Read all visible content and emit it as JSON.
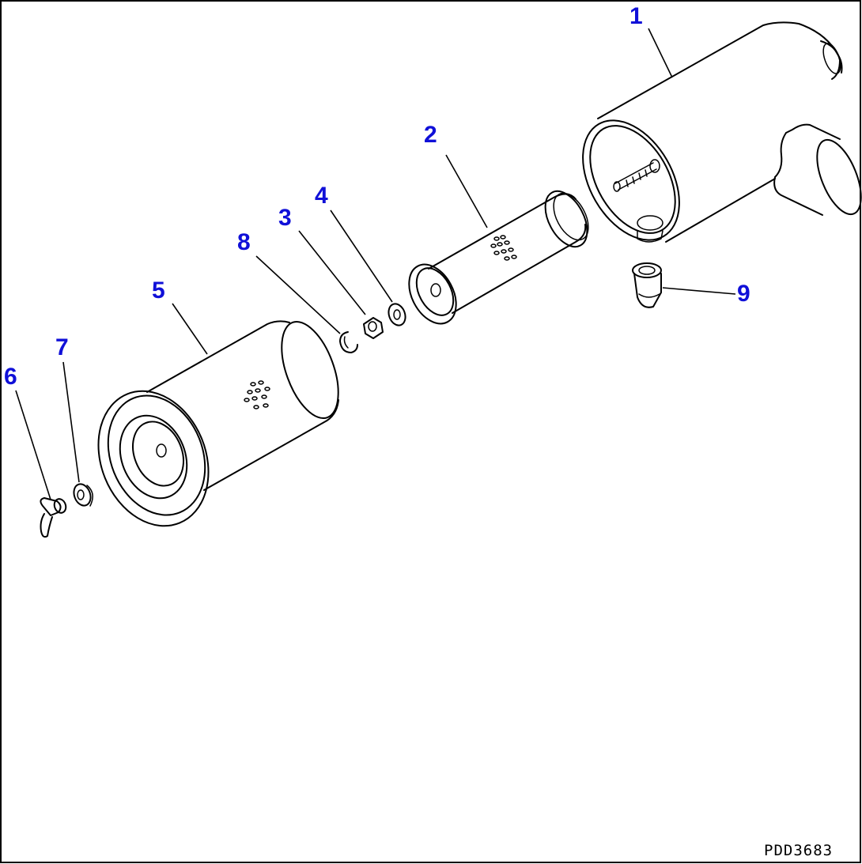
{
  "drawing": {
    "number": "PDD3683",
    "callouts": {
      "p1": "1",
      "p2": "2",
      "p3": "3",
      "p4": "4",
      "p5": "5",
      "p6": "6",
      "p7": "7",
      "p8": "8",
      "p9": "9"
    }
  },
  "colors": {
    "callout": "#1010d8",
    "line": "#000000",
    "background": "#ffffff"
  }
}
